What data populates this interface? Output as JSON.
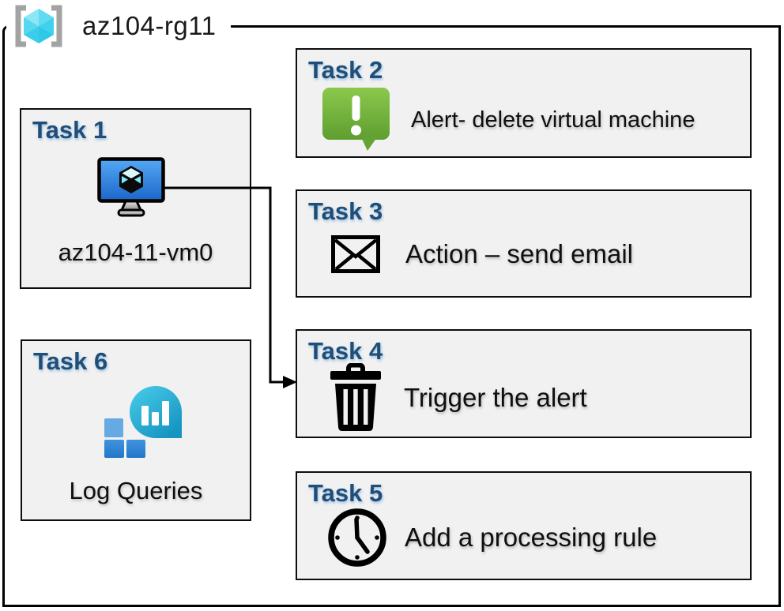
{
  "resource_group": {
    "name": "az104-rg11",
    "icon": "resource-group-icon"
  },
  "tasks": [
    {
      "title": "Task 1",
      "label": "az104-11-vm0",
      "icon": "virtual-machine-icon"
    },
    {
      "title": "Task 2",
      "label": "Alert- delete virtual machine",
      "icon": "alert-icon"
    },
    {
      "title": "Task 3",
      "label": "Action – send email",
      "icon": "email-envelope-icon"
    },
    {
      "title": "Task 4",
      "label": "Trigger the alert",
      "icon": "trash-icon"
    },
    {
      "title": "Task 5",
      "label": "Add a processing rule",
      "icon": "clock-icon"
    },
    {
      "title": "Task 6",
      "label": "Log Queries",
      "icon": "log-queries-icon"
    }
  ],
  "connector": {
    "from": "Task 1 virtual machine",
    "to": "Task 4 box",
    "style": "elbow-arrow"
  },
  "colors": {
    "task_title_blue": "#1f4e79",
    "box_fill": "#f1f1f1",
    "border_black": "#000000",
    "alert_green_light": "#8bc84d",
    "alert_green_dark": "#5e9e2f",
    "vm_screen_blue_light": "#55a8f5",
    "vm_screen_blue_dark": "#1b66c9",
    "rg_cube_cyan": "#4fd4ee",
    "rg_bracket_gray": "#a3a3a3",
    "log_bubble_teal_light": "#49cdea",
    "log_bubble_teal_dark": "#1795c2",
    "log_square_blue_light": "#65aae3",
    "log_square_blue_dark": "#2277c8"
  }
}
